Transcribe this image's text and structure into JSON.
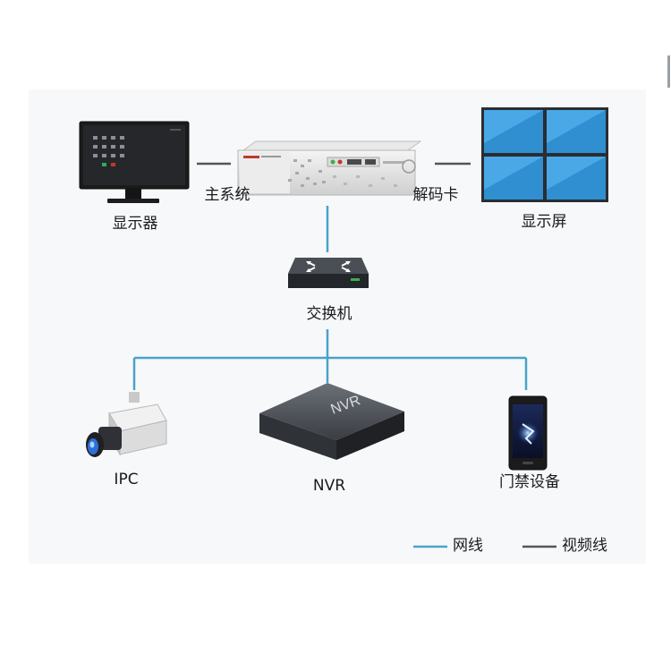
{
  "nodes": {
    "monitor": {
      "label": "显示器"
    },
    "main_system": {
      "label": "主系统"
    },
    "decoder_card": {
      "label": "解码卡"
    },
    "display_wall": {
      "label": "显示屏"
    },
    "switch": {
      "label": "交换机"
    },
    "ipc": {
      "label": "IPC"
    },
    "nvr": {
      "label": "NVR",
      "device_text": "NVR"
    },
    "access_control": {
      "label": "门禁设备"
    }
  },
  "legend": {
    "network": {
      "label": "网线",
      "color": "#4aa3c8"
    },
    "video": {
      "label": "视频线",
      "color": "#555555"
    }
  },
  "colors": {
    "network_line": "#4aa3c8",
    "video_line": "#555555",
    "panel_bg": "#f7f8fa"
  }
}
